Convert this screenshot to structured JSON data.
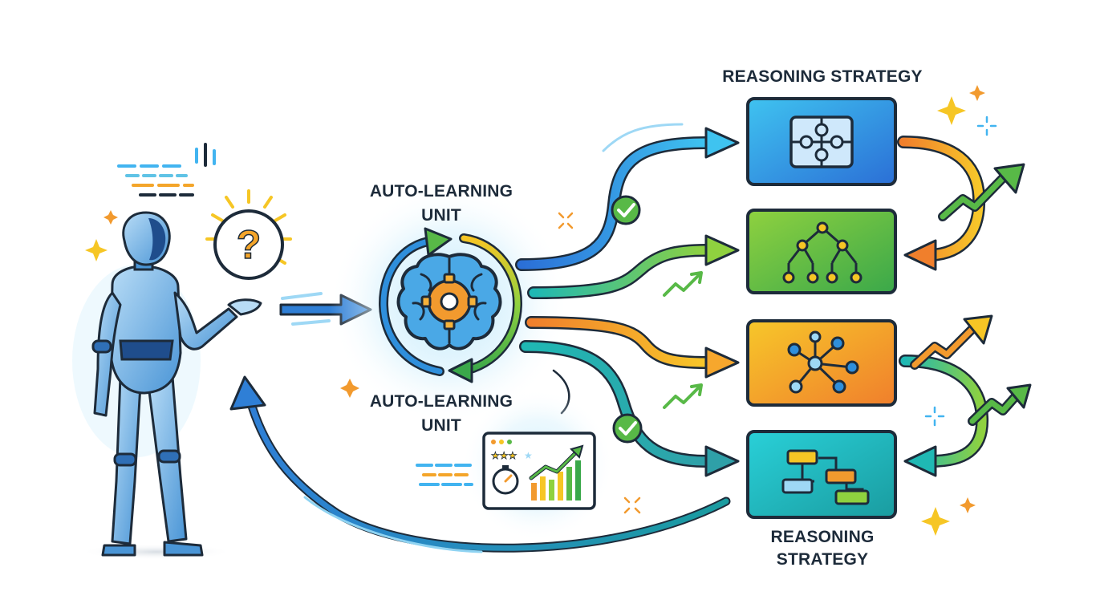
{
  "labels": {
    "strategy_top": "REASONING STRATEGY",
    "strategy_bottom_line1": "REASONING",
    "strategy_bottom_line2": "STRATEGY",
    "unit_a_line1": "AUTO-LEARNING",
    "unit_a_line2": "UNIT",
    "unit_b_line1": "AUTO-LEARNING",
    "unit_b_line2": "UNIT",
    "question_mark": "?"
  },
  "icons": {
    "agent": "robot-agent-icon",
    "question": "question-bubble-icon",
    "unit": "brain-gear-icon",
    "strategy_1": "puzzle-icon",
    "strategy_2": "tree-hierarchy-icon",
    "strategy_3": "network-hub-icon",
    "strategy_4": "flowchart-icon",
    "check": "check-icon",
    "metrics": "performance-dashboard-icon"
  },
  "colors": {
    "outline": "#1d2b3a",
    "blue": "#2f8fdc",
    "green": "#58b947",
    "orange": "#f29a2e",
    "teal": "#1fb8b4",
    "yellow": "#f6c625",
    "question": "#f4a52a"
  }
}
